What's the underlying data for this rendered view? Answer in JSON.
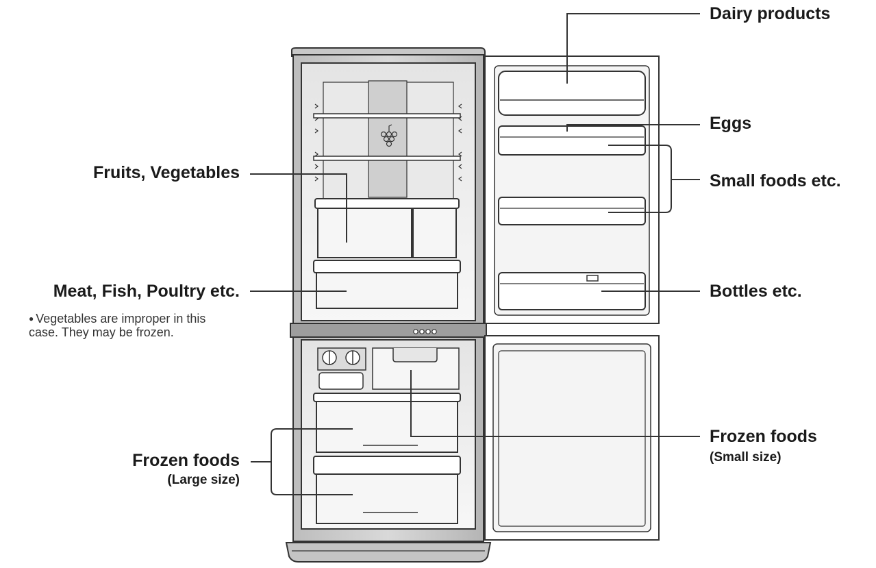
{
  "labels": {
    "dairy": "Dairy products",
    "eggs": "Eggs",
    "small_foods": "Small foods etc.",
    "bottles": "Bottles etc.",
    "fruits_veg": "Fruits, Vegetables",
    "meat_fish": "Meat, Fish, Poultry etc.",
    "meat_note": "Vegetables are improper in this case. They may be frozen.",
    "frozen_large": "Frozen foods",
    "frozen_large_size": "(Large size)",
    "frozen_small": "Frozen foods",
    "frozen_small_size": "(Small size)"
  },
  "colors": {
    "line": "#333333",
    "body": "#b9b9b9",
    "interior": "#f2f2f2",
    "shade": "#dcdcdc"
  }
}
